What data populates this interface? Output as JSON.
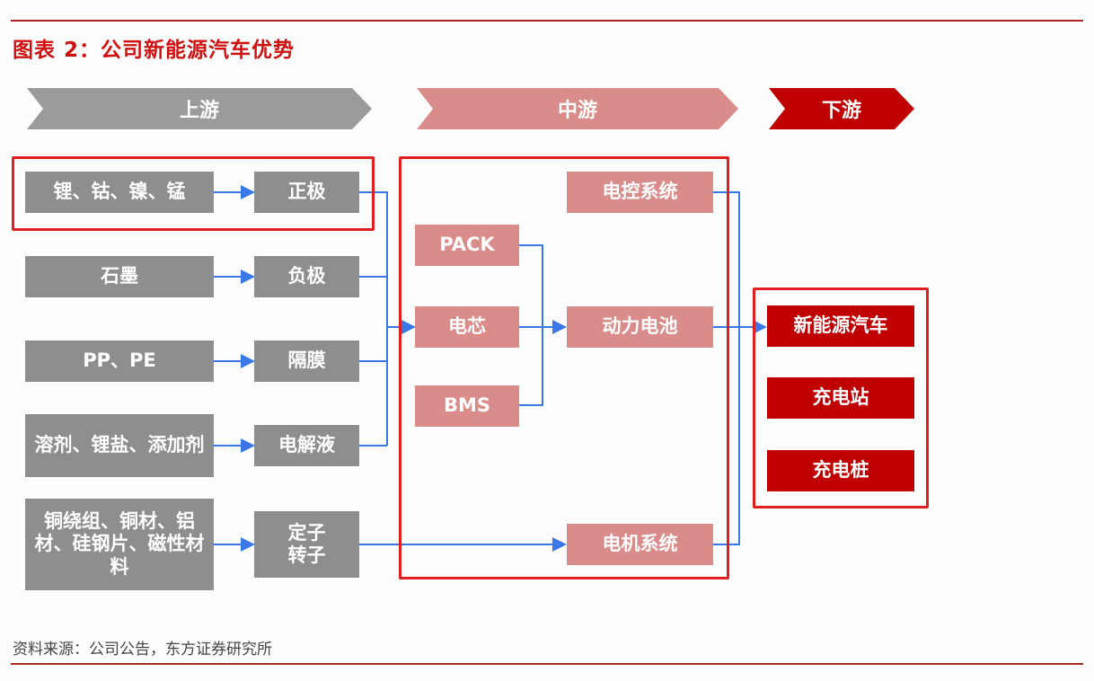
{
  "title": "图表 2：公司新能源汽车优势",
  "stages": {
    "upstream": "上游",
    "midstream": "中游",
    "downstream": "下游"
  },
  "colors": {
    "title": "#d01010",
    "upstream": "#9b9b9b",
    "midstream": "#d98c8a",
    "downstream": "#c00000",
    "connector": "#3b78e7",
    "highlight_frame": "#e02020"
  },
  "upstream": {
    "materials": [
      "锂、钴、镍、锰",
      "石墨",
      "PP、PE",
      "溶剂、锂盐、添加剂",
      "铜绕组、铜材、铝材、硅钢片、磁性材料"
    ],
    "components": [
      "正极",
      "负极",
      "隔膜",
      "电解液",
      "定子\n转子"
    ]
  },
  "midstream": {
    "battery_parts": [
      "PACK",
      "电芯",
      "BMS"
    ],
    "systems": [
      "电控系统",
      "动力电池",
      "电机系统"
    ]
  },
  "downstream": {
    "items": [
      "新能源汽车",
      "充电站",
      "充电桩"
    ]
  },
  "source": "资料来源：公司公告，东方证券研究所"
}
